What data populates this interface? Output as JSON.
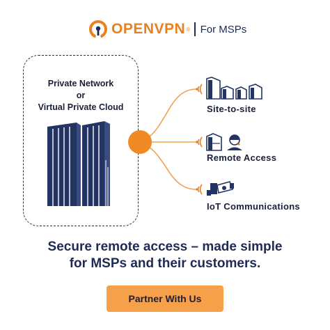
{
  "header": {
    "brand": "OPENVPN",
    "trademark": "®",
    "subtitle": "For MSPs"
  },
  "network_box": {
    "line1": "Private Network",
    "line2": "or",
    "line3": "Virtual Private Cloud"
  },
  "features": [
    {
      "label": "Site-to-site",
      "icon": "site-to-site-icon"
    },
    {
      "label": "Remote Access",
      "icon": "remote-access-icon"
    },
    {
      "label": "IoT Communications",
      "icon": "iot-camera-icon"
    }
  ],
  "tagline": {
    "line1": "Secure remote access – made simple",
    "line2": "for MSPs and their customers."
  },
  "cta": {
    "label": "Partner With Us"
  },
  "colors": {
    "brand_orange": "#e8811f",
    "navy": "#1f2a55",
    "button": "#f6a04a",
    "connector": "#f0a050"
  }
}
